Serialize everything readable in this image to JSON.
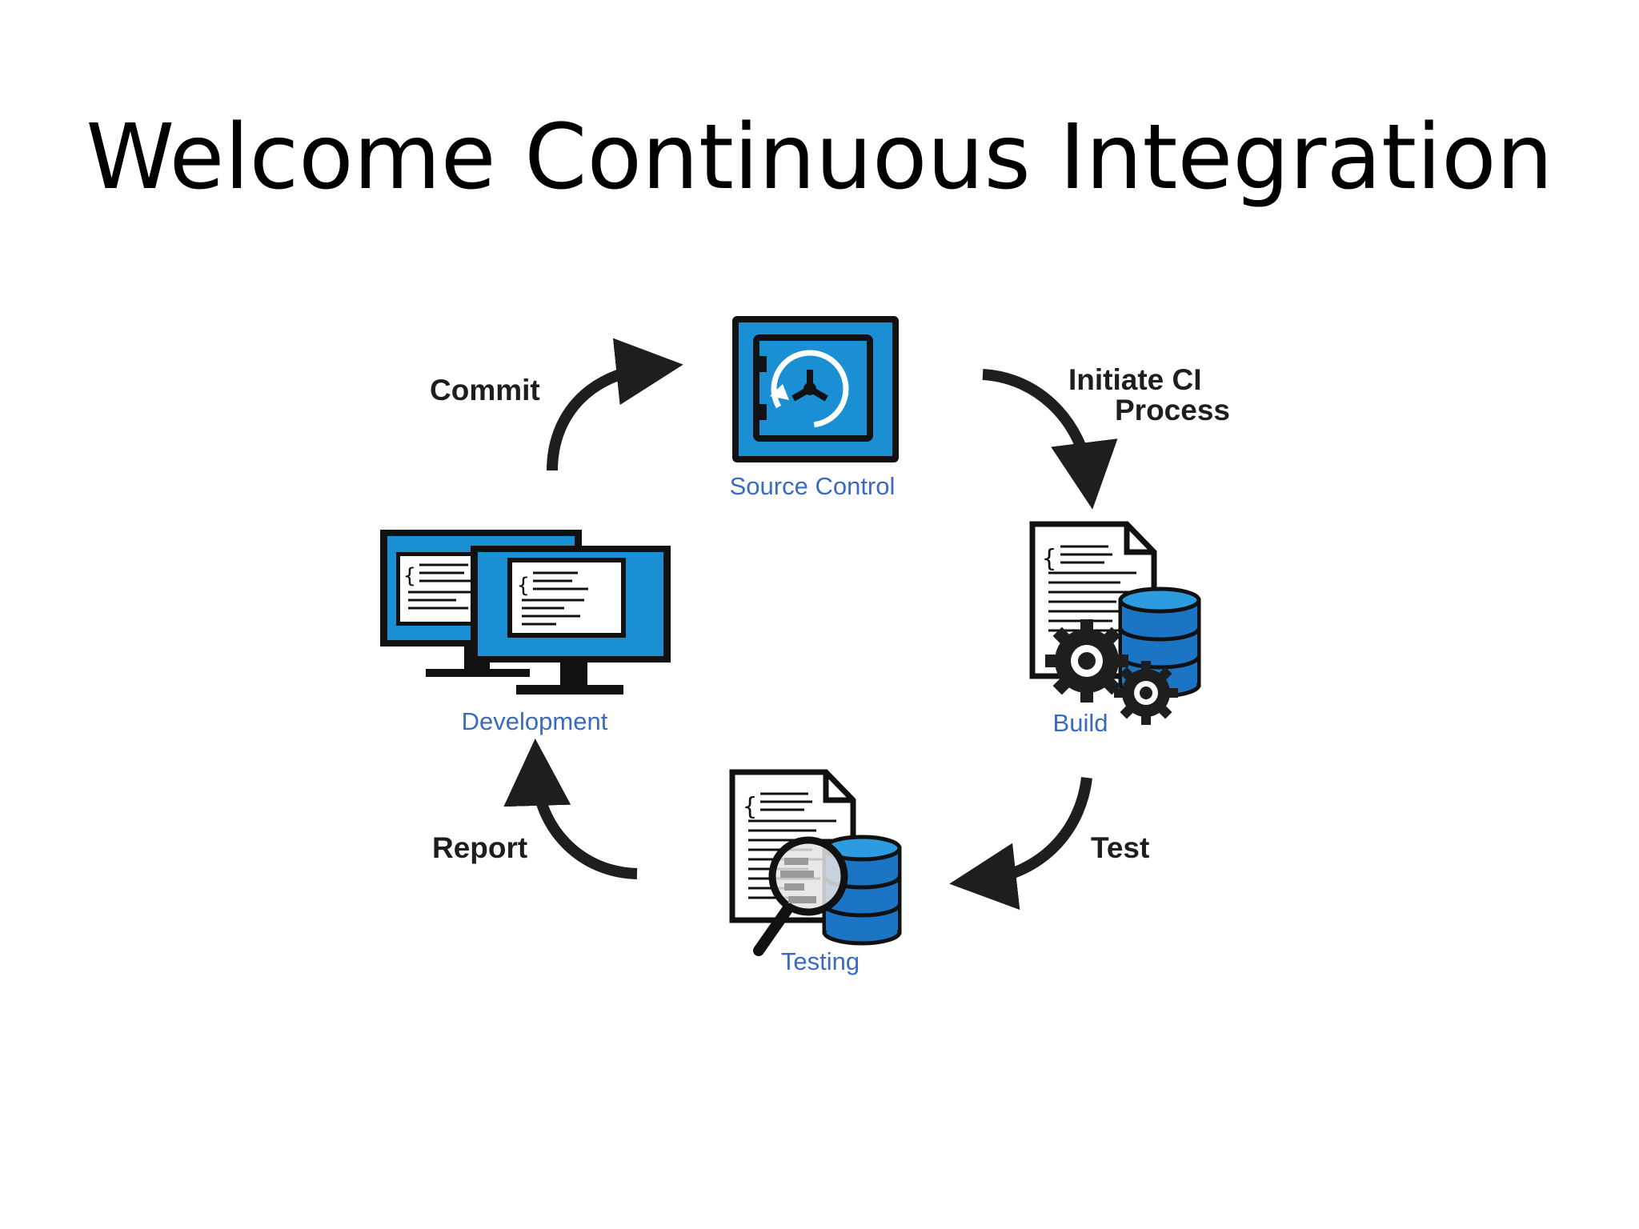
{
  "slide": {
    "title": "Welcome Continuous Integration"
  },
  "diagram": {
    "nodes": {
      "source_control": "Source Control",
      "build": "Build",
      "testing": "Testing",
      "development": "Development"
    },
    "steps": {
      "commit": "Commit",
      "initiate_line1": "Initiate CI",
      "initiate_line2": "Process",
      "test": "Test",
      "report": "Report"
    }
  },
  "colors": {
    "accent_blue": "#1b8fd4",
    "label_blue": "#3b6bbf",
    "dark": "#111111"
  }
}
